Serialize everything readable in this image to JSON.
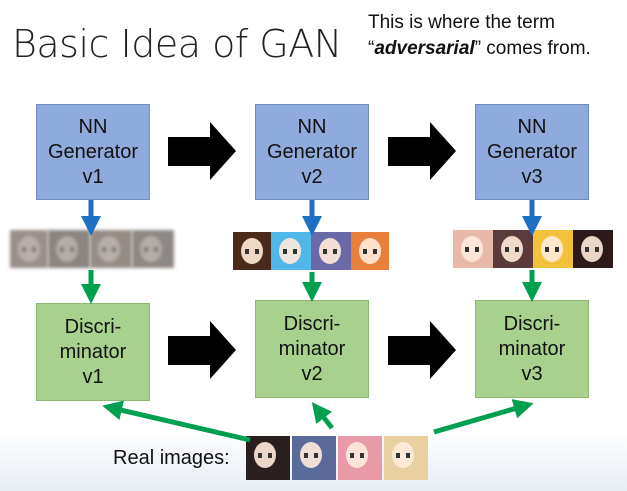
{
  "slide": {
    "title": "Basic Idea of GAN",
    "note": {
      "line1": "This is where the term",
      "quote_open": "“",
      "emphasis": "adversarial",
      "line2_rest": "” comes from."
    },
    "generators": [
      {
        "line1": "NN",
        "line2": "Generator",
        "line3": "v1"
      },
      {
        "line1": "NN",
        "line2": "Generator",
        "line3": "v2"
      },
      {
        "line1": "NN",
        "line2": "Generator",
        "line3": "v3"
      }
    ],
    "discriminators": [
      {
        "line1": "Discri-",
        "line2": "minator",
        "line3": "v1"
      },
      {
        "line1": "Discri-",
        "line2": "minator",
        "line3": "v2"
      },
      {
        "line1": "Discri-",
        "line2": "minator",
        "line3": "v3"
      }
    ],
    "real_images_label": "Real images:",
    "colors": {
      "generator_fill": "#8faadc",
      "discriminator_fill": "#a9d18e",
      "blue_arrow": "#1f6fc4",
      "green_arrow": "#00a050",
      "black_arrow": "#000000"
    }
  }
}
